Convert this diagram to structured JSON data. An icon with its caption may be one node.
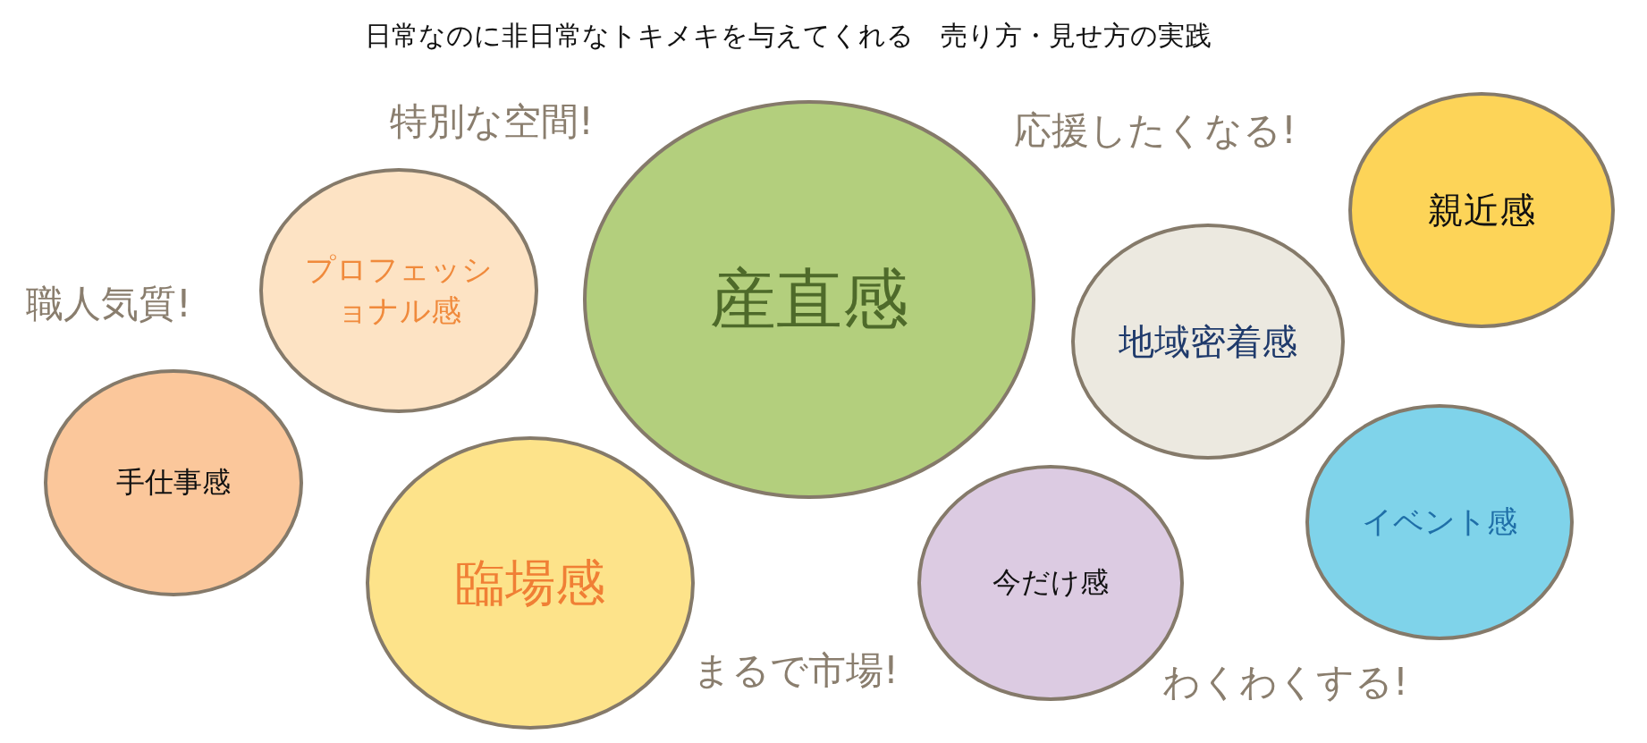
{
  "diagram": {
    "title": "日常なのに非日常なトキメキを与えてくれる　売り方・見せ方の実践",
    "nodes": [
      {
        "text": [
          "産直感"
        ]
      },
      {
        "text": [
          "プロフェッショナル感"
        ]
      },
      {
        "text": [
          "手仕事感"
        ]
      },
      {
        "text": [
          "臨場感"
        ]
      },
      {
        "text": [
          "親近感"
        ]
      },
      {
        "text": [
          "地域密着感"
        ]
      },
      {
        "text": [
          "イベント感"
        ]
      },
      {
        "text": [
          "今だけ感"
        ]
      }
    ],
    "labels": [
      "特別な空間!",
      "応援したくなる!",
      "職人気質!",
      "まるで市場!",
      "わくわくする!"
    ]
  }
}
